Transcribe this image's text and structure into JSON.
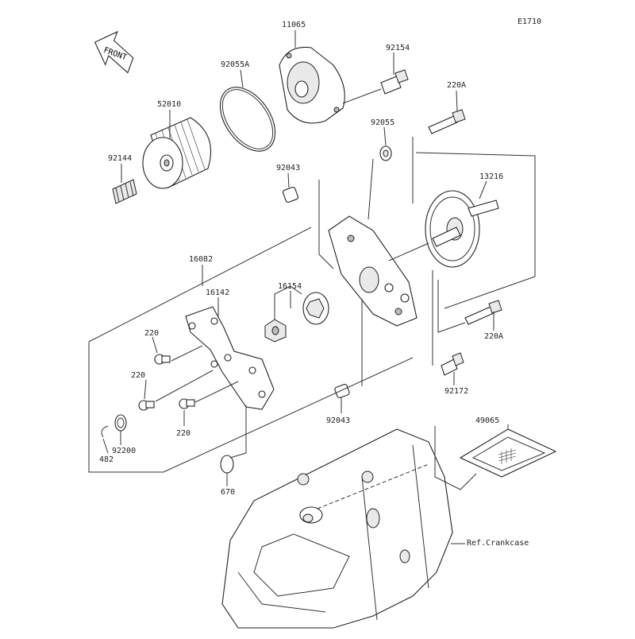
{
  "figure_code": "E1710",
  "front_badge": "FRONT",
  "reference": "Ref.Crankcase",
  "parts": {
    "p11065": "11065",
    "p92154": "92154",
    "p92055A": "92055A",
    "p220A_top": "220A",
    "p52010": "52010",
    "p92055": "92055",
    "p92144": "92144",
    "p92043_top": "92043",
    "p13216": "13216",
    "p16082": "16082",
    "p16154": "16154",
    "p16142": "16142",
    "p220_a": "220",
    "p220_b": "220",
    "p220_c": "220",
    "p220A_bottom": "220A",
    "p92172": "92172",
    "p92043_bottom": "92043",
    "p92200": "92200",
    "p482": "482",
    "p670": "670",
    "p49065": "49065"
  }
}
